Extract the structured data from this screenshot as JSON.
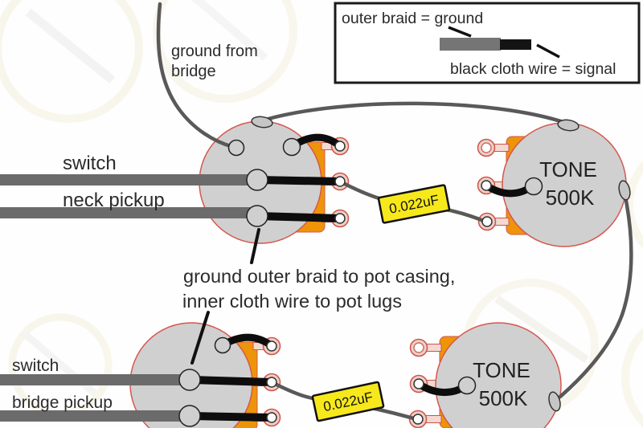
{
  "colors": {
    "background": "#fefefe",
    "pot_face_gray": "#d0d0d0",
    "pot_outline_red": "#d4574e",
    "pot_body_orange": "#ee9408",
    "lug_pink": "#f3d9d1",
    "capacitor_yellow": "#f7e81c",
    "braid_gray": "#6b6b6b",
    "wire_gray": "#595959",
    "wire_black": "#0d0d0d",
    "legend_gray_segment": "#757575",
    "legend_black_segment": "#141414",
    "text": "#2b2b2b"
  },
  "legend": {
    "ground_label": "outer braid = ground",
    "signal_label": "black cloth wire = signal"
  },
  "annotations": {
    "ground_from_bridge_line1": "ground from",
    "ground_from_bridge_line2": "bridge",
    "instruction_line1": "ground outer braid to pot casing,",
    "instruction_line2": "inner cloth wire to pot lugs"
  },
  "neck_section": {
    "switch_label": "switch",
    "pickup_label": "neck pickup",
    "capacitor_value": "0.022uF",
    "tone_pot": {
      "line1": "TONE",
      "line2": "500K"
    }
  },
  "bridge_section": {
    "switch_label": "switch",
    "pickup_label": "bridge pickup",
    "capacitor_value": "0.022uF",
    "tone_pot": {
      "line1": "TONE",
      "line2": "500K"
    }
  }
}
